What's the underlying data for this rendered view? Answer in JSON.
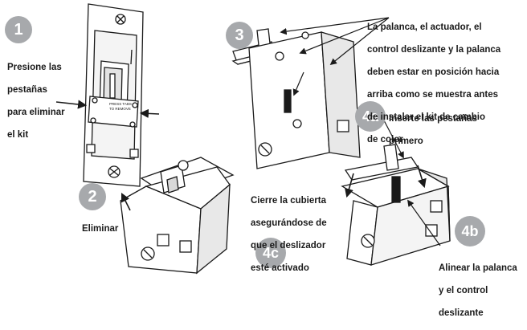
{
  "colors": {
    "badge": "#a7a9ac",
    "ink": "#1a1a1a",
    "plate": "#ffffff",
    "shade": "#d9d9d9"
  },
  "steps": [
    {
      "id": "1",
      "badge": "1",
      "caption": [
        "Presione las",
        "pestañas",
        "para eliminar",
        "el kit"
      ]
    },
    {
      "id": "2",
      "badge": "2",
      "caption": [
        "Eliminar"
      ]
    },
    {
      "id": "3",
      "badge": "3",
      "caption": [
        "La palanca, el actuador, el",
        "control deslizante y la palanca",
        "deben estar en posición hacia",
        "arriba como se muestra antes",
        "de instalar el kit de cambio",
        "de color"
      ]
    },
    {
      "id": "4a",
      "badge": "4a",
      "caption": [
        "Inserte las pestañas",
        "primero"
      ]
    },
    {
      "id": "4b",
      "badge": "4b",
      "caption": [
        "Alinear la palanca",
        "y el control",
        "deslizante"
      ]
    },
    {
      "id": "4c",
      "badge": "4c",
      "caption": [
        "Cierre la cubierta",
        "asegurándose de",
        "que el deslizador",
        "esté activado"
      ]
    }
  ],
  "kit_label": [
    "PRESS TABS",
    "TO REMOVE"
  ]
}
